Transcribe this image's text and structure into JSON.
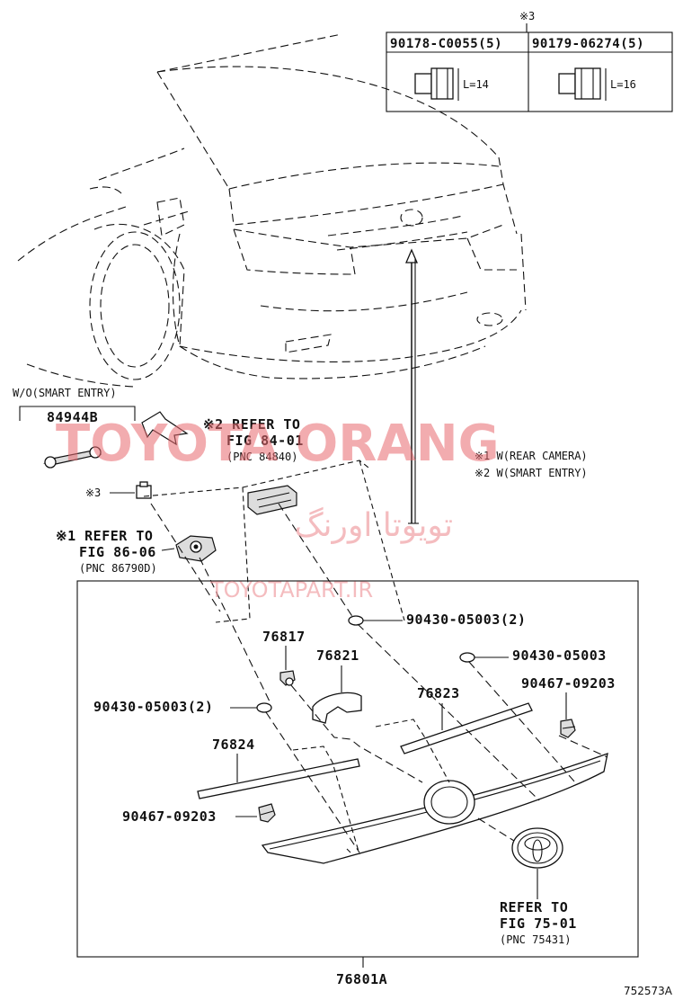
{
  "header_note": "※3",
  "fastener_table": {
    "col1_part": "90178-C0055(5)",
    "col2_part": "90179-06274(5)",
    "col1_len": "L=14",
    "col2_len": "L=16"
  },
  "notes": {
    "wo_smart_entry": "W/O(SMART ENTRY)",
    "note1": "※1 W(REAR CAMERA)",
    "note2": "※2 W(SMART ENTRY)",
    "mark3": "※3"
  },
  "refs": {
    "ref2_l1": "※2 REFER TO",
    "ref2_l2": "FIG 84-01",
    "ref2_l3": "(PNC 84840)",
    "ref1_l1": "※1 REFER TO",
    "ref1_l2": "FIG 86-06",
    "ref1_l3": "(PNC 86790D)",
    "ref3_l1": "REFER TO",
    "ref3_l2": "FIG 75-01",
    "ref3_l3": "(PNC 75431)"
  },
  "parts": {
    "p84944b": "84944B",
    "p76817": "76817",
    "p76821": "76821",
    "p76823": "76823",
    "p76824": "76824",
    "p90430_2_top": "90430-05003(2)",
    "p90430_right": "90430-05003",
    "p90430_2_left": "90430-05003(2)",
    "p90467_right": "90467-09203",
    "p90467_left": "90467-09203",
    "p76801a": "76801A"
  },
  "watermark": {
    "main": "TOYOTA ORANG",
    "persian": "تویوتا اورنگ",
    "site": "TOYOTAPART.IR"
  },
  "diagram_id": "752573A"
}
